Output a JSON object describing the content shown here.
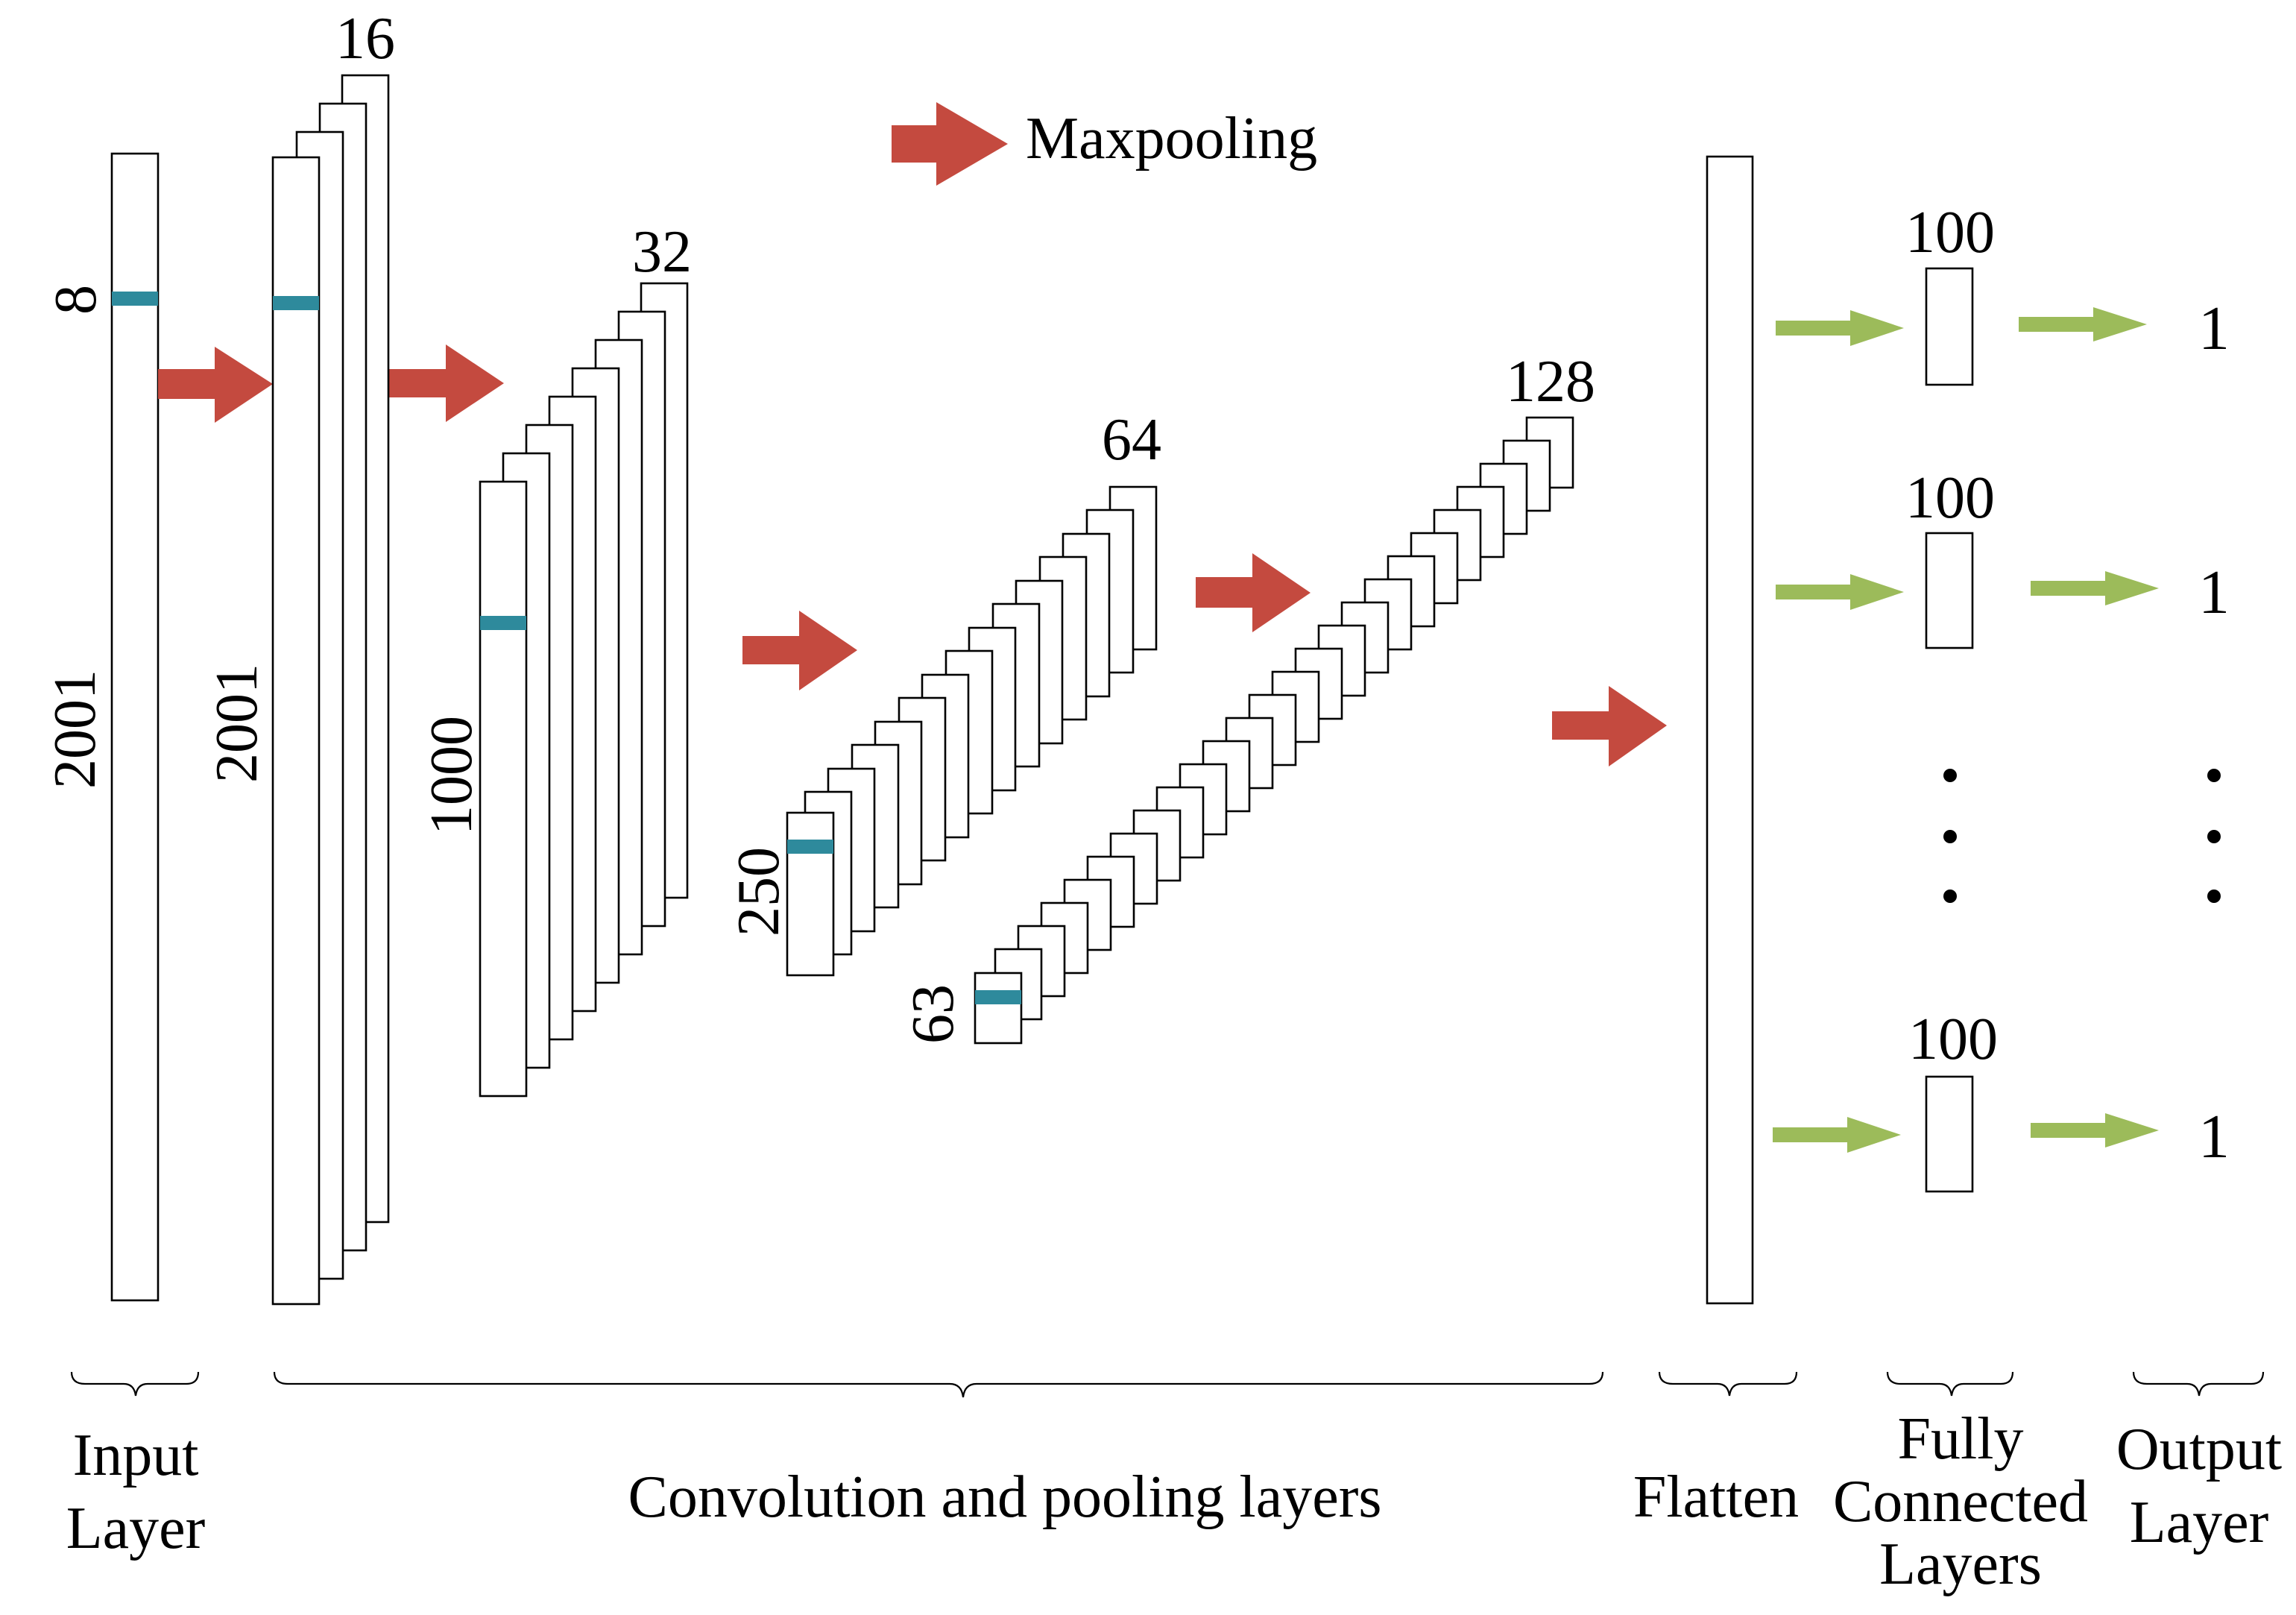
{
  "legend": {
    "label": "Maxpooling",
    "arrow_color": "#c44a3f"
  },
  "colors": {
    "kernel": "#2e8a9c",
    "pool_arrow": "#c44a3f",
    "dense_arrow": "#9cbb5a"
  },
  "input_layer": {
    "length_label": "2001",
    "kernel_label": "8"
  },
  "conv_blocks": [
    {
      "length_label": "2001",
      "filters_label": "16"
    },
    {
      "length_label": "1000",
      "filters_label": "32"
    },
    {
      "length_label": "250",
      "filters_label": "64"
    },
    {
      "length_label": "63",
      "filters_label": "128"
    }
  ],
  "dense_units": [
    "100",
    "100",
    "100"
  ],
  "outputs": [
    "1",
    "1",
    "1"
  ],
  "section_labels": {
    "input": [
      "Input",
      "Layer"
    ],
    "conv": "Convolution and pooling layers",
    "flatten": "Flatten",
    "fc": [
      "Fully",
      "Connected",
      "Layers"
    ],
    "output": [
      "Output",
      "Layer"
    ]
  }
}
